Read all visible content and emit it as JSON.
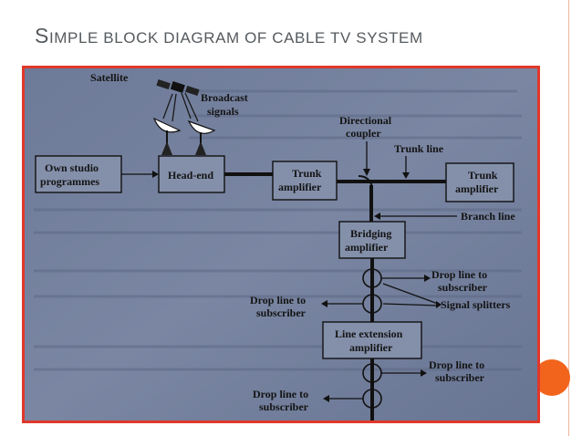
{
  "slide": {
    "title_first": "S",
    "title_rest": "IMPLE BLOCK DIAGRAM OF CABLE TV SYSTEM"
  },
  "diagram": {
    "satellite": "Satellite",
    "broadcast_1": "Broadcast",
    "broadcast_2": "signals",
    "own_studio_1": "Own studio",
    "own_studio_2": "programmes",
    "head_end": "Head-end",
    "trunk_amp_left_1": "Trunk",
    "trunk_amp_left_2": "amplifier",
    "directional_1": "Directional",
    "directional_2": "coupler",
    "trunk_line": "Trunk line",
    "trunk_amp_right_1": "Trunk",
    "trunk_amp_right_2": "amplifier",
    "branch_line": "Branch line",
    "bridging_1": "Bridging",
    "bridging_2": "amplifier",
    "drop_right_1a": "Drop line to",
    "drop_right_1b": "subscriber",
    "signal_splitters": "Signal splitters",
    "drop_left_1a": "Drop line to",
    "drop_left_1b": "subscriber",
    "line_ext_1": "Line extension",
    "line_ext_2": "amplifier",
    "drop_right_2a": "Drop line to",
    "drop_right_2b": "subscriber",
    "drop_left_2a": "Drop line to",
    "drop_left_2b": "subscriber"
  }
}
